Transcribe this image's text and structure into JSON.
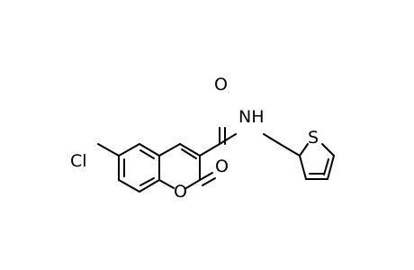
{
  "molecule": {
    "atoms": {
      "chlorine": "Cl",
      "carbonyl_oxygen": "O",
      "amide_nitrogen": "NH",
      "thiophene_sulfur": "S",
      "lactone_carbonyl_oxygen": "O",
      "ring_oxygen": "O"
    }
  }
}
